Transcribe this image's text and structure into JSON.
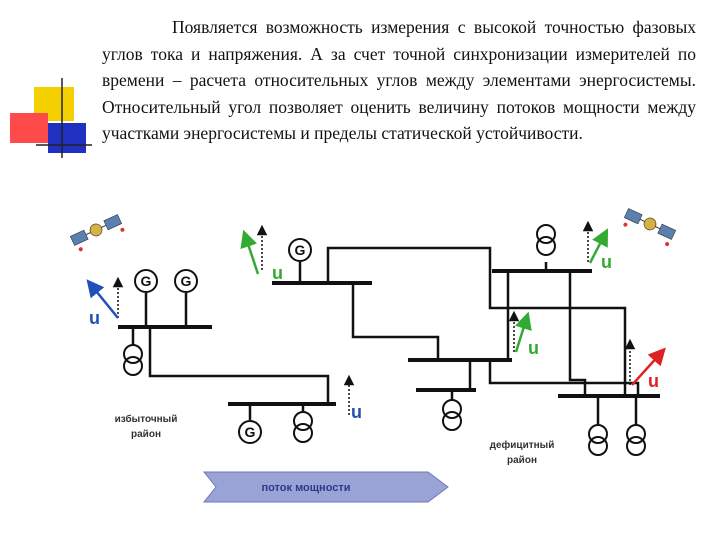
{
  "slide": {
    "paragraph": "Появляется возможность измерения с высокой точностью фазовых углов тока и напряжения. А за счет точной синхронизации измерителей по времени – расчета относительных углов между элементами энергосистемы. Относительный угол позволяет оценить величину потоков мощности между участками энергосистемы и пределы статической устойчивости."
  },
  "diagram": {
    "generator_symbol": "G",
    "voltage_symbol": "u",
    "surplus_area_line1": "избыточный",
    "surplus_area_line2": "район",
    "deficit_area_line1": "дефицитный",
    "deficit_area_line2": "район",
    "power_flow_label": "поток мощности"
  },
  "colors": {
    "accent_yellow": "#f5d000",
    "accent_red": "#ff4040",
    "accent_blue": "#2030c0",
    "phasor_blue": "#2050b8",
    "phasor_green": "#33aa33",
    "phasor_red": "#dd2222",
    "arrow_fill": "#9aa3d6",
    "arrow_text": "#2a3a8a",
    "line": "#111111"
  }
}
